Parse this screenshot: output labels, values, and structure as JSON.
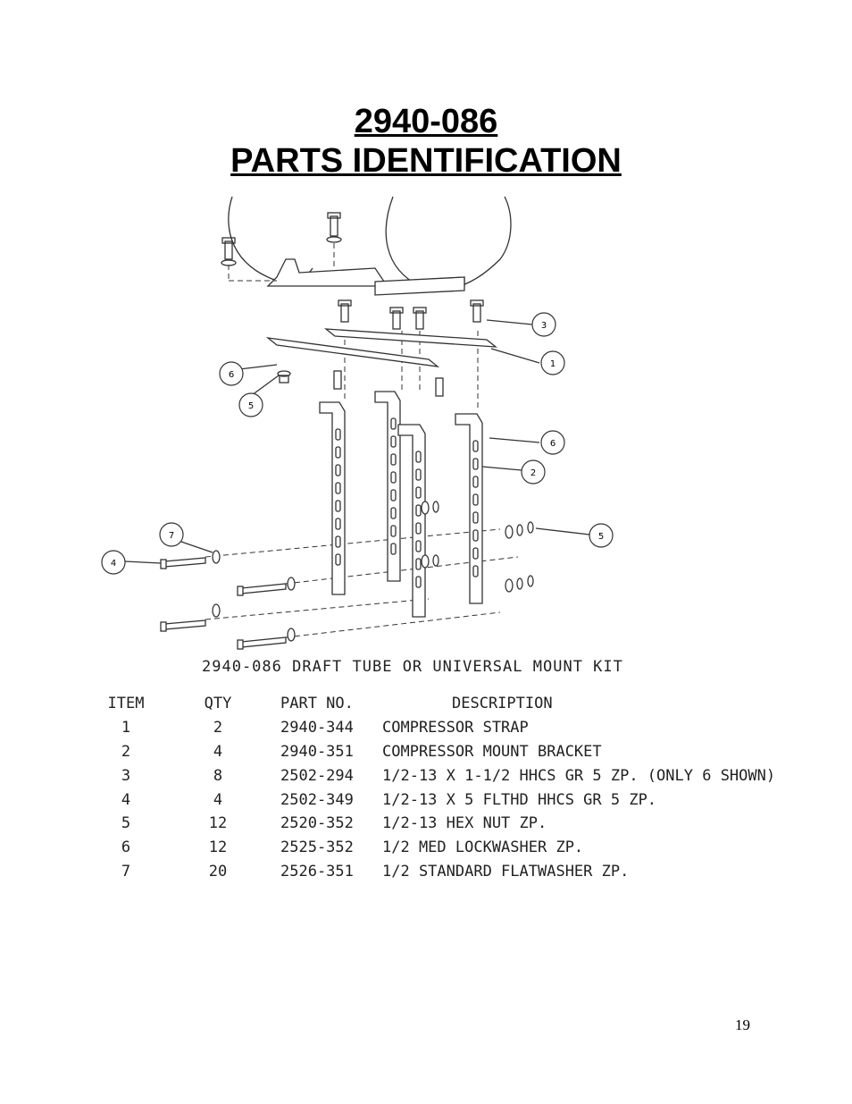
{
  "header": {
    "part_number": "2940-086",
    "title": "PARTS IDENTIFICATION"
  },
  "diagram": {
    "kit_title": "2940-086 DRAFT TUBE OR UNIVERSAL MOUNT KIT",
    "callouts": [
      "3",
      "1",
      "6",
      "5",
      "6",
      "2",
      "7",
      "4",
      "5"
    ]
  },
  "parts_table": {
    "headers": [
      "ITEM",
      "QTY",
      "PART NO.",
      "DESCRIPTION"
    ],
    "rows": [
      [
        "1",
        "2",
        "2940-344",
        "COMPRESSOR STRAP"
      ],
      [
        "2",
        "4",
        "2940-351",
        "COMPRESSOR MOUNT BRACKET"
      ],
      [
        "3",
        "8",
        "2502-294",
        "1/2-13 X 1-1/2 HHCS GR 5 ZP. (ONLY 6 SHOWN)"
      ],
      [
        "4",
        "4",
        "2502-349",
        "1/2-13 X 5 FLTHD HHCS GR 5 ZP."
      ],
      [
        "5",
        "12",
        "2520-352",
        "1/2-13 HEX NUT ZP."
      ],
      [
        "6",
        "12",
        "2525-352",
        "1/2 MED LOCKWASHER ZP."
      ],
      [
        "7",
        "20",
        "2526-351",
        "1/2 STANDARD FLATWASHER ZP."
      ]
    ]
  },
  "footer": {
    "page_number": "19"
  }
}
